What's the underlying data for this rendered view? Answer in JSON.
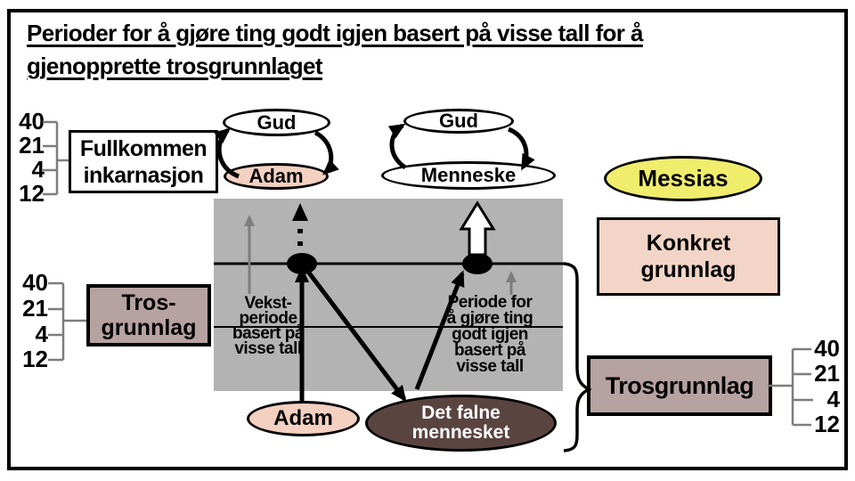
{
  "title": {
    "line1": "Perioder for å gjøre ting godt igjen basert på visse tall for å",
    "line2": "gjenopprette trosgrunnlaget"
  },
  "incarnation_box": {
    "line1": "Fullkommen",
    "line2": "inkarnasjon"
  },
  "cycle_left": {
    "top": "Gud",
    "bottom": "Adam"
  },
  "cycle_right": {
    "top": "Gud",
    "bottom": "Menneske"
  },
  "messias_label": "Messias",
  "konkret_box": {
    "line1": "Konkret",
    "line2": "grunnlag"
  },
  "tros_left_box": {
    "line1": "Tros-",
    "line2": "grunnlag"
  },
  "tros_right_label": "Trosgrunnlag",
  "growth_label": {
    "l1": "Vekst-",
    "l2": "periode",
    "l3": "basert på",
    "l4": "visse tall"
  },
  "restore_label": {
    "l1": "Periode for",
    "l2": "å gjøre ting",
    "l3": "godt igjen",
    "l4": "basert på",
    "l5": "visse tall"
  },
  "adam_bottom_label": "Adam",
  "fallen_ellipse": {
    "line1": "Det falne",
    "line2": "mennesket"
  },
  "numbers": {
    "top_left": [
      "40",
      "21",
      "4",
      "12"
    ],
    "mid_left": [
      "40",
      "21",
      "4",
      "12"
    ],
    "right": [
      "40",
      "21",
      "4",
      "12"
    ]
  },
  "colors": {
    "skin_pink": "#f3d0c0",
    "light_pink": "#f2d5c6",
    "yellow": "#f0ed6c",
    "mauve": "#b7a2a2",
    "dark_brown": "#5a4440",
    "panel_gray": "#b3b3b3",
    "bracket_gray": "#7d7d7d"
  }
}
